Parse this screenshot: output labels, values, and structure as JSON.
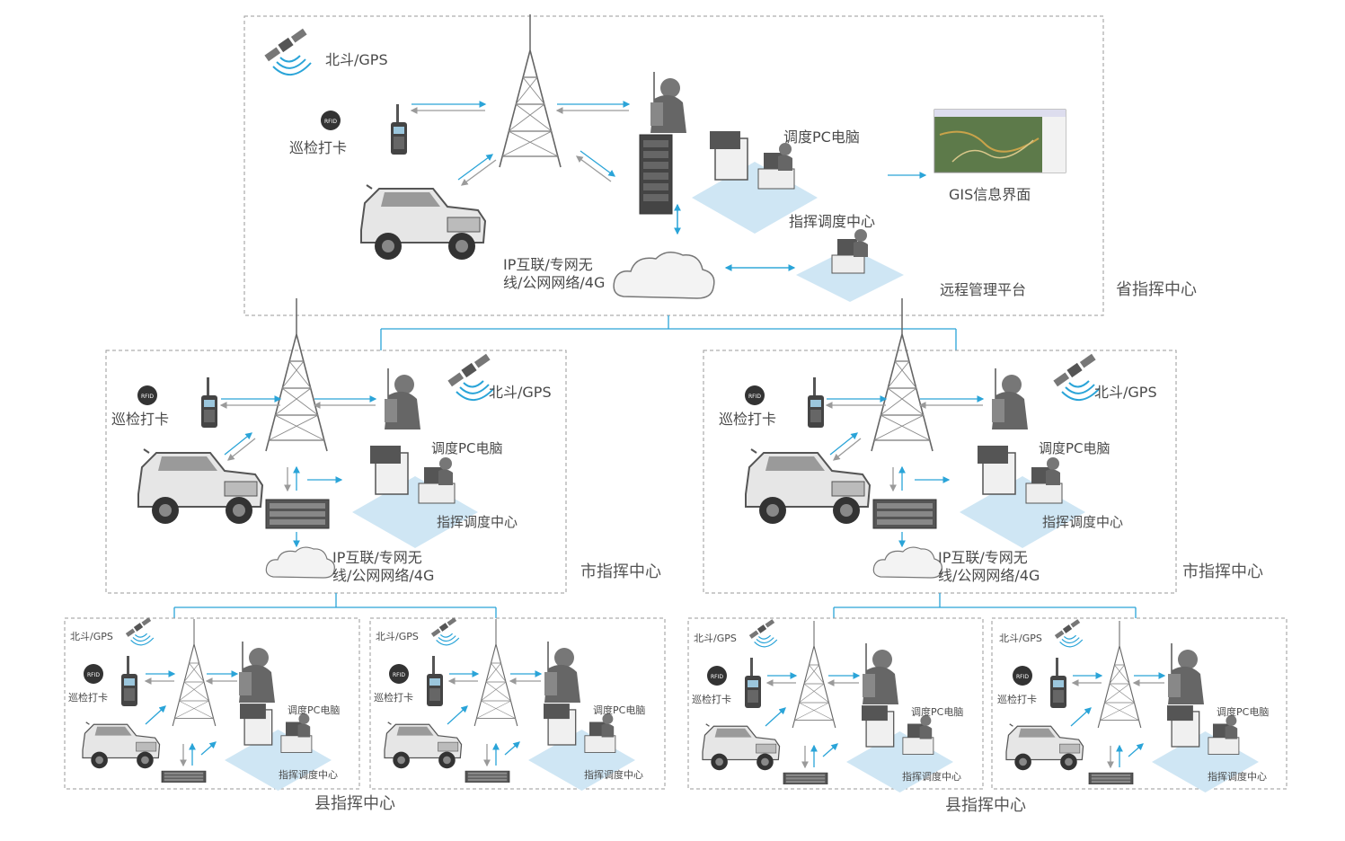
{
  "colors": {
    "accent": "#2aa4d8",
    "border": "#9a9a9a",
    "platform": "#cfe6f4"
  },
  "province": {
    "region_label": "省指挥中心",
    "satellite_label": "北斗/GPS",
    "patrol_label": "巡检打卡",
    "dispatch_pc_label": "调度PC电脑",
    "command_center_label": "指挥调度中心",
    "gis_label": "GIS信息界面",
    "network_label_1": "IP互联/专网无",
    "network_label_2": "线/公网网络/4G",
    "remote_mgmt_label": "远程管理平台"
  },
  "city": {
    "region_label": "市指挥中心",
    "satellite_label": "北斗/GPS",
    "patrol_label": "巡检打卡",
    "dispatch_pc_label": "调度PC电脑",
    "command_center_label": "指挥调度中心",
    "network_label_1": "IP互联/专网无",
    "network_label_2": "线/公网网络/4G"
  },
  "county": {
    "region_label": "县指挥中心",
    "satellite_label": "北斗/GPS",
    "patrol_label": "巡检打卡",
    "dispatch_pc_label": "调度PC电脑",
    "command_center_label": "指挥调度中心"
  },
  "icons": [
    "satellite-icon",
    "radio-tower-icon",
    "walkie-talkie-icon",
    "soldier-icon",
    "jeep-icon",
    "server-rack-icon",
    "computer-icon",
    "operator-icon",
    "cloud-icon",
    "gis-map-icon",
    "brand-logo-icon"
  ]
}
